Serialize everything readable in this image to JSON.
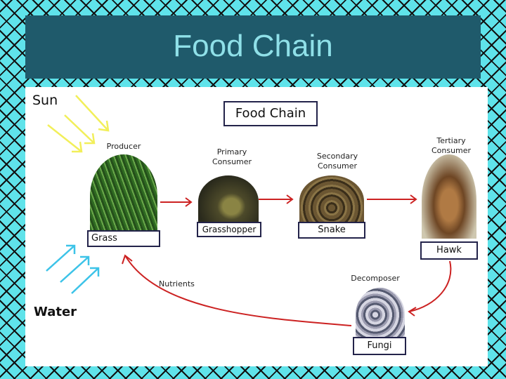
{
  "slide_title": "Food Chain",
  "diagram": {
    "header": "Food Chain",
    "sun_label": "Sun",
    "water_label": "Water",
    "producer": {
      "role": "Producer",
      "name": "Grass"
    },
    "primary": {
      "role_line1": "Primary",
      "role_line2": "Consumer",
      "name": "Grasshopper"
    },
    "secondary": {
      "role_line1": "Secondary",
      "role_line2": "Consumer",
      "name": "Snake"
    },
    "tertiary": {
      "role_line1": "Tertiary",
      "role_line2": "Consumer",
      "name": "Hawk"
    },
    "decomposer": {
      "role": "Decomposer",
      "name": "Fungi"
    },
    "nutrients_label": "Nutrients"
  },
  "colors": {
    "title_bar": "#1f5a6b",
    "title_text": "#8fe0e8",
    "sun_rays": "#f2ef5a",
    "water_arrows": "#3cc3e8",
    "chain_arrows": "#cc2222",
    "grass": "#3f7a2c",
    "grasshopper": "#6e6a3a",
    "snake": "#5a4a2c",
    "hawk": "#8a5a30",
    "fungi": "#9c9cb0"
  }
}
